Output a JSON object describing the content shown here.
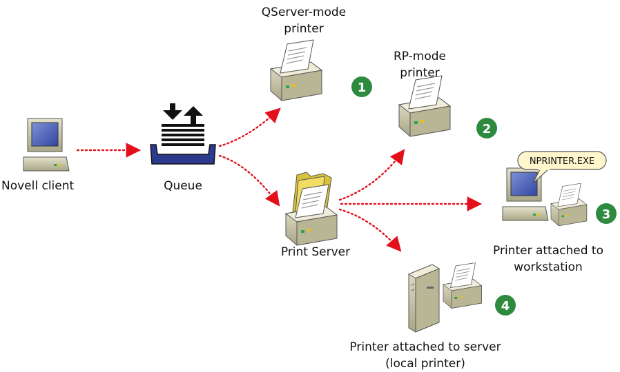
{
  "nodes": {
    "client": {
      "label": "Novell client"
    },
    "queue": {
      "label": "Queue"
    },
    "qserver": {
      "label_line1": "QServer-mode",
      "label_line2": "printer"
    },
    "rp": {
      "label_line1": "RP-mode",
      "label_line2": "printer"
    },
    "print_server": {
      "label": "Print Server"
    },
    "workstation": {
      "label_line1": "Printer attached to",
      "label_line2": "workstation",
      "tag": "NPRINTER.EXE"
    },
    "server": {
      "label_line1": "Printer attached to server",
      "label_line2": "(local printer)"
    }
  },
  "badges": [
    "1",
    "2",
    "3",
    "4"
  ],
  "colors": {
    "arrow": "#e3101c",
    "badge": "#2d8a3e",
    "queue_tray": "#2b3a8c",
    "screen": "#4a5fb0",
    "device_body": "#c9c6a6",
    "tag_fill": "#fff6cc"
  }
}
